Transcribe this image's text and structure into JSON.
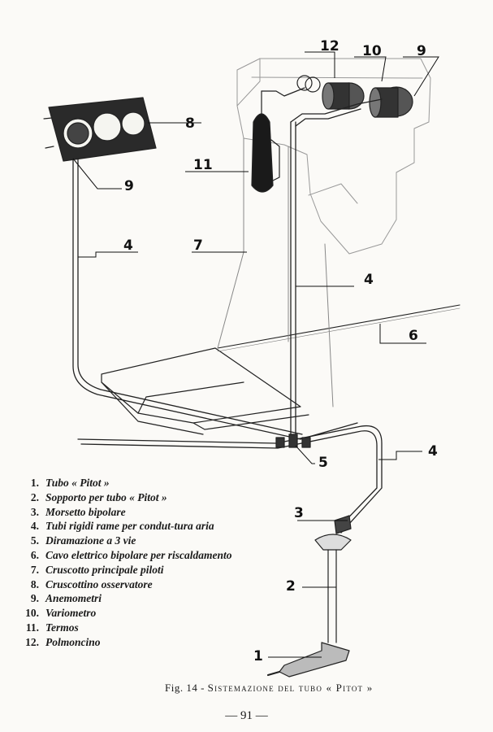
{
  "callouts": {
    "c1": "1",
    "c2": "2",
    "c3": "3",
    "c4a": "4",
    "c4b": "4",
    "c4c": "4",
    "c5": "5",
    "c6": "6",
    "c7": "7",
    "c8": "8",
    "c9a": "9",
    "c9b": "9",
    "c10": "10",
    "c11": "11",
    "c12": "12"
  },
  "legend": [
    {
      "n": "1.",
      "text": "Tubo « Pitot »"
    },
    {
      "n": "2.",
      "text": "Sopporto per tubo « Pitot »"
    },
    {
      "n": "3.",
      "text": "Morsetto bipolare"
    },
    {
      "n": "4.",
      "text": "Tubi rigidi rame per condut-tura aria"
    },
    {
      "n": "5.",
      "text": "Diramazione a 3 vie"
    },
    {
      "n": "6.",
      "text": "Cavo elettrico bipolare per riscaldamento"
    },
    {
      "n": "7.",
      "text": "Cruscotto principale piloti"
    },
    {
      "n": "8.",
      "text": "Cruscottino osservatore"
    },
    {
      "n": "9.",
      "text": "Anemometri"
    },
    {
      "n": "10.",
      "text": "Variometro"
    },
    {
      "n": "11.",
      "text": "Termos"
    },
    {
      "n": "12.",
      "text": "Polmoncino"
    }
  ],
  "caption": {
    "fig": "Fig. 14 -",
    "title": "Sistemazione del tubo « Pitot »"
  },
  "page_number": "— 91 —"
}
